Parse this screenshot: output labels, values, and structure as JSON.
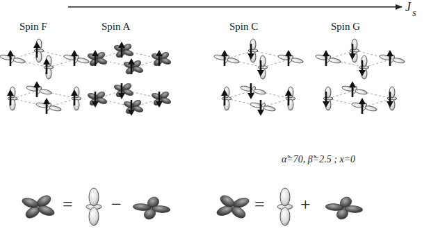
{
  "diagram": {
    "labels": [
      "J",
      "S",
      "Spin F",
      "Spin A",
      "Spin C",
      "Spin G",
      "α̃=70,  β̃=2.5 ; x=0",
      "=",
      "−",
      "=",
      "+"
    ]
  }
}
